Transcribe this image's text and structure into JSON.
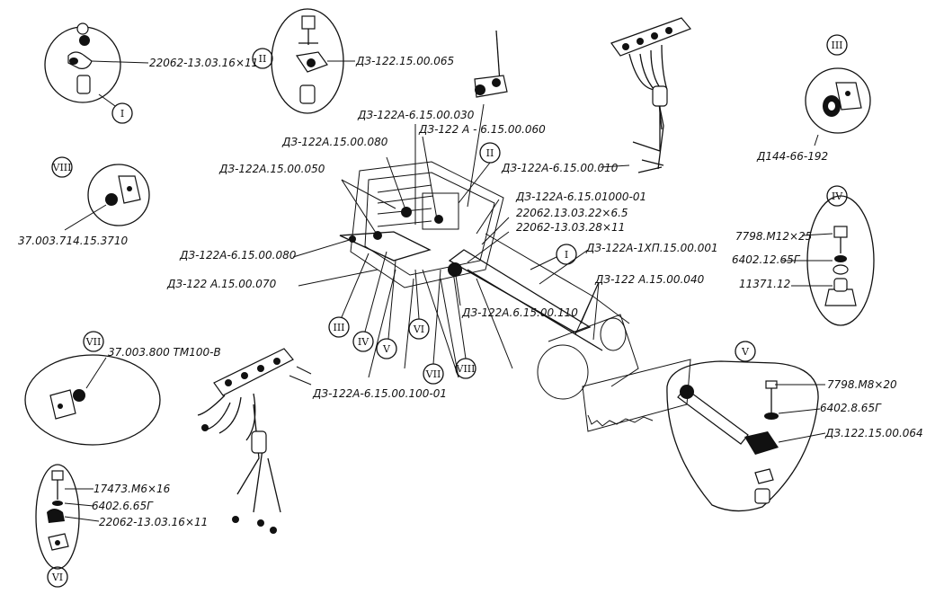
{
  "labels": {
    "l1": "22062-13.03.16×11",
    "l2": "ДЗ-122.15.00.065",
    "l3": "ДЗ-122А-6.15.00.030",
    "l4": "ДЗ-122А.15.00.080",
    "l5": "ДЗ-122 А - 6.15.00.060",
    "l6": "ДЗ-122А.15.00.050",
    "l7": "ДЗ-122А-6.15.00.010",
    "l8": "ДЗ-122А-6.15.01000-01",
    "l9": "22062.13.03.22×6.5",
    "l10": "22062-13.03.28×11",
    "l11": "ДЗ-122А-6.15.00.080",
    "l12": "ДЗ-122 А.15.00.070",
    "l13": "ДЗ-122А-1ХП.15.00.001",
    "l14": "ДЗ-122 А.15.00.040",
    "l15": "ДЗ-122А.6.15.00.110",
    "l16": "37.003.714.15.3710",
    "l17": "Д144-66-192",
    "l18": "7798.М12×25",
    "l19": "6402.12.65Г",
    "l20": "11371.12",
    "l21": "37.003.800 ТМ100-В",
    "l22": "ДЗ-122А-6.15.00.100-01",
    "l23": "7798.М8×20",
    "l24": "6402.8.65Г",
    "l25": "ДЗ.122.15.00.064",
    "l26": "17473.М6×16",
    "l27": "6402.6.65Г",
    "l28": "22062-13.03.16×11"
  },
  "markers": {
    "m1": "I",
    "m2": "II",
    "m2b": "II",
    "m3": "III",
    "m4": "IV",
    "m5": "V",
    "m6": "VI",
    "m7": "VII",
    "m8": "VIII",
    "m9": "I",
    "c3": "III",
    "c4": "IV",
    "c5": "V",
    "c6": "VI",
    "c7": "VII",
    "c8": "VIII"
  }
}
